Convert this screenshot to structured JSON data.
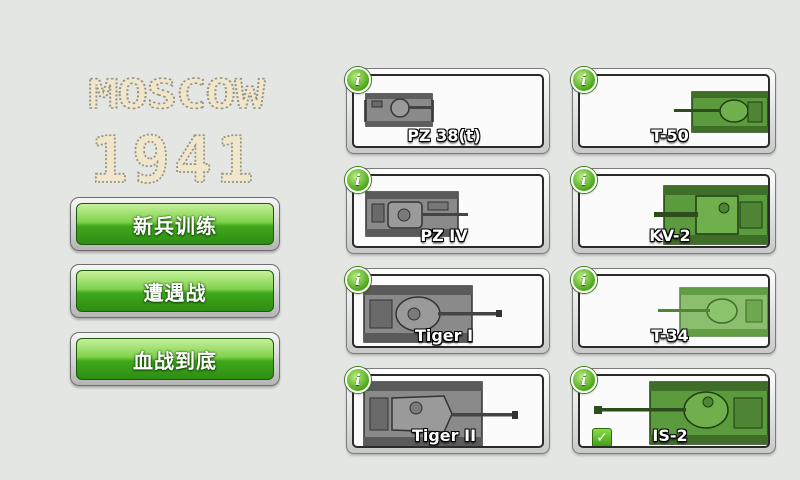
{
  "logo": {
    "line1": "MOSCOW",
    "line2": "1941"
  },
  "menu": [
    {
      "label": "新兵训练",
      "name": "menu-button-training"
    },
    {
      "label": "遭遇战",
      "name": "menu-button-skirmish"
    },
    {
      "label": "血战到底",
      "name": "menu-button-survival"
    }
  ],
  "info_glyph": "i",
  "check_glyph": "✓",
  "colors": {
    "german_tank": "#7a7a7a",
    "soviet_tank": "#5c9a3e",
    "button_green": "#40a81c",
    "background": "#e4e6e4"
  },
  "tanks": {
    "german": [
      {
        "name": "PZ 38(t)",
        "icon": "pz38-tank-icon"
      },
      {
        "name": "PZ IV",
        "icon": "pz4-tank-icon"
      },
      {
        "name": "Tiger I",
        "icon": "tiger1-tank-icon"
      },
      {
        "name": "Tiger II",
        "icon": "tiger2-tank-icon"
      }
    ],
    "soviet": [
      {
        "name": "T-50",
        "icon": "t50-tank-icon"
      },
      {
        "name": "KV-2",
        "icon": "kv2-tank-icon"
      },
      {
        "name": "T-34",
        "icon": "t34-tank-icon"
      },
      {
        "name": "IS-2",
        "icon": "is2-tank-icon",
        "selected": true
      }
    ]
  }
}
